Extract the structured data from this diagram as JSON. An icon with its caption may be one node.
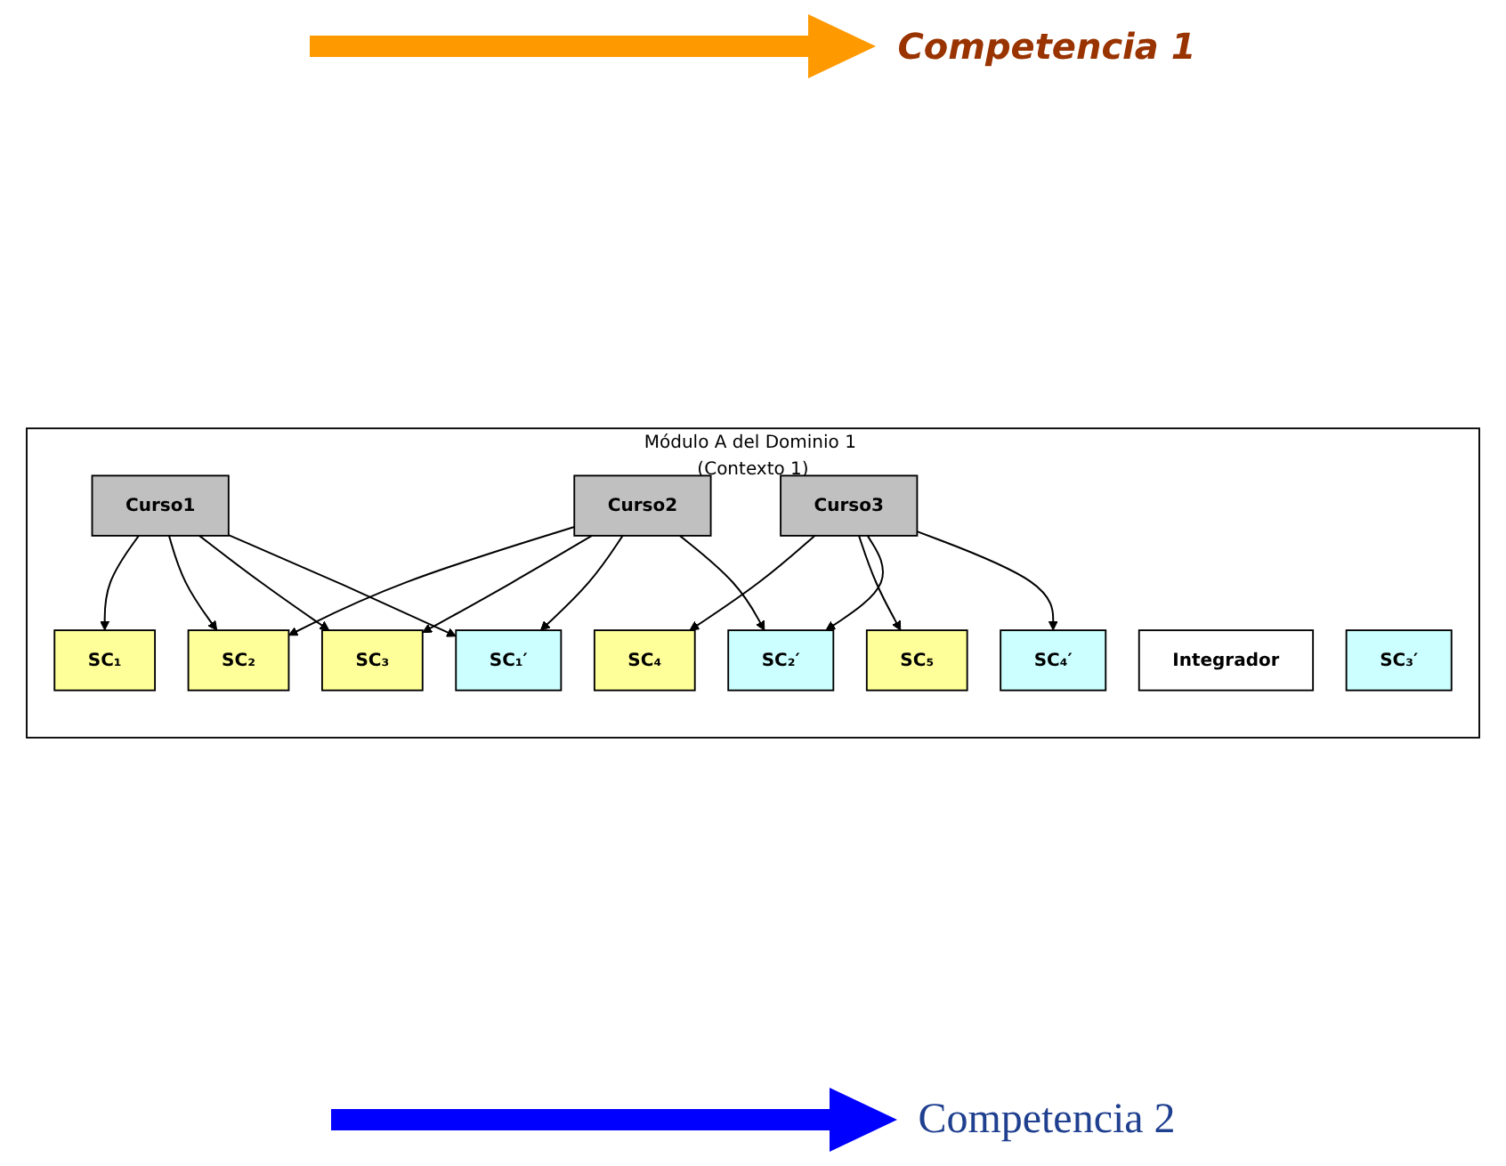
{
  "diagram": {
    "nodes": [
      {
        "text": [
          "Módulo A del Dominio 1 (Contexto 1)"
        ]
      },
      {
        "text": [
          "SC₁"
        ],
        "in": 0
      },
      {
        "text": [
          "SC₂"
        ],
        "in": 0
      },
      {
        "text": [
          "SC₃"
        ],
        "in": 0
      },
      {
        "text": [
          "SC₄"
        ],
        "in": 0
      },
      {
        "text": [
          "SC₅"
        ],
        "in": 0
      },
      {
        "text": [
          "Curso1"
        ],
        "in": 0
      },
      {
        "text": [
          "Curso2"
        ],
        "in": 0
      },
      {
        "text": [
          "Curso3"
        ],
        "in": 0
      },
      {
        "text": [
          "Integrador"
        ],
        "in": 0
      },
      {
        "text": [
          "SC₁′"
        ],
        "in": 0
      },
      {
        "text": [
          "SC₂′"
        ],
        "in": 0
      },
      {
        "text": [
          "SC₃′"
        ],
        "in": 0
      },
      {
        "text": [
          "SC₄′"
        ],
        "in": 0
      }
    ],
    "edges": [
      {
        "from": 6,
        "to": 1,
        "arrow": "to"
      },
      {
        "from": 6,
        "to": 2,
        "arrow": "to"
      },
      {
        "from": 6,
        "to": 3,
        "arrow": "to"
      },
      {
        "from": 7,
        "to": 2,
        "arrow": "to"
      },
      {
        "from": 7,
        "to": 3,
        "arrow": "to"
      },
      {
        "from": 8,
        "to": 4,
        "arrow": "to"
      },
      {
        "from": 8,
        "to": 5,
        "arrow": "to"
      },
      {
        "from": 6,
        "to": 10,
        "arrow": "to"
      },
      {
        "from": 7,
        "to": 10,
        "arrow": "to"
      },
      {
        "from": 7,
        "to": 11,
        "arrow": "to"
      },
      {
        "from": 8,
        "to": 11,
        "arrow": "to"
      },
      {
        "from": 8,
        "to": 13,
        "arrow": "to"
      }
    ],
    "labels": [
      "Competencia 1",
      "Competencia 2"
    ]
  }
}
